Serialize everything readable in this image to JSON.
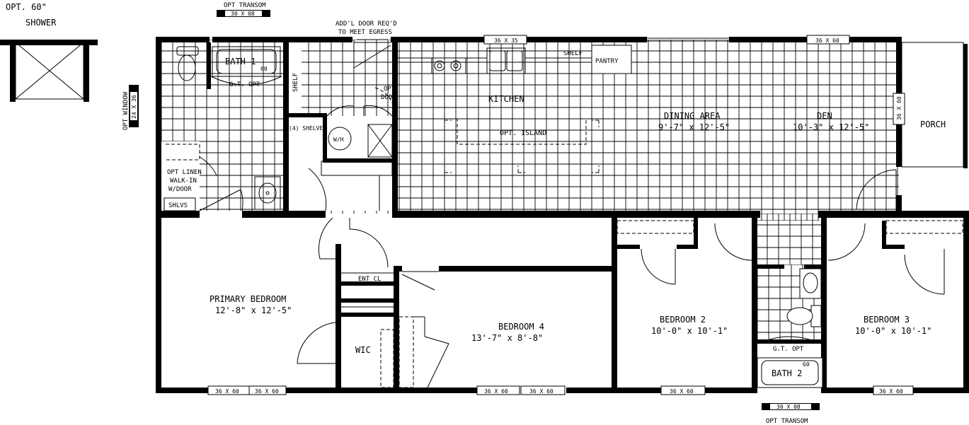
{
  "top_left": {
    "opt_shower_line1": "OPT. 60\"",
    "opt_shower_line2": "SHOWER"
  },
  "top_transom": {
    "label": "OPT TRANSOM",
    "size": "30 X 08"
  },
  "bottom_transom": {
    "label": "OPT TRANSOM",
    "size": "30 X 08"
  },
  "opt_window": {
    "label": "OPT WINDOW",
    "size": "24 X 36"
  },
  "egress_note": {
    "line1": "ADD'L DOOR REQ'D",
    "line2": "TO MEET EGRESS"
  },
  "rooms": {
    "bath1": {
      "name": "BATH 1",
      "tub_size": "60",
      "gt_opt": "G.T. OPT"
    },
    "bath2": {
      "name": "BATH 2",
      "tub_size": "60",
      "gt_opt": "G.T. OPT"
    },
    "kitchen": {
      "name": "KITCHEN"
    },
    "opt_island": {
      "name": "OPT. ISLAND"
    },
    "dining": {
      "name": "DINING AREA",
      "dims": "9'-7\" x 12'-5\""
    },
    "den": {
      "name": "DEN",
      "dims": "10'-3\" x 12'-5\""
    },
    "porch": {
      "name": "PORCH"
    },
    "primary": {
      "name": "PRIMARY BEDROOM",
      "dims": "12'-8\" x 12'-5\""
    },
    "bedroom4": {
      "name": "BEDROOM 4",
      "dims": "13'-7\" x 8'-8\""
    },
    "bedroom2": {
      "name": "BEDROOM 2",
      "dims": "10'-0\" x 10'-1\""
    },
    "bedroom3": {
      "name": "BEDROOM 3",
      "dims": "10'-0\" x 10'-1\""
    },
    "ent_cl": {
      "name": "ENT CL"
    },
    "wic": {
      "name": "WIC"
    }
  },
  "labels": {
    "shelf_vertical": "SHELF",
    "shelves_4": "(4) SHELVES",
    "wh": "W/H",
    "opt_door_line1": "OPT",
    "opt_door_line2": "DOOR",
    "shelf": "SHELF",
    "pantry": "PANTRY",
    "linen_line1": "OPT LINEN",
    "linen_line2": "WALK-IN",
    "linen_line3": "W/DOOR",
    "shlvs": "SHLVS"
  },
  "windows": {
    "kitchen": "36 X 35",
    "den_top": "36 X 60",
    "den_side": "36 X 60",
    "primary_1": "36 X 60",
    "primary_2": "36 X 60",
    "bed4_1": "36 X 60",
    "bed4_2": "36 X 60",
    "bed2": "36 X 60",
    "bed3": "36 X 60"
  }
}
